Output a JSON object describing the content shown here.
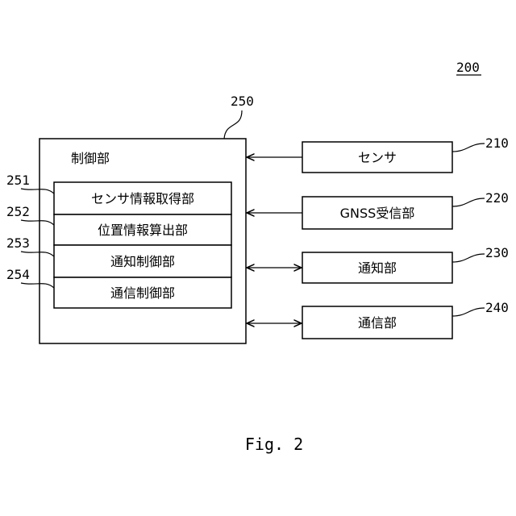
{
  "figure_ref": "200",
  "controller": {
    "ref": "250",
    "title": "制御部",
    "modules": [
      {
        "ref": "251",
        "label": "センサ情報取得部"
      },
      {
        "ref": "252",
        "label": "位置情報算出部"
      },
      {
        "ref": "253",
        "label": "通知制御部"
      },
      {
        "ref": "254",
        "label": "通信制御部"
      }
    ]
  },
  "peripherals": [
    {
      "ref": "210",
      "label": "センサ",
      "connection": "one-way-to-controller"
    },
    {
      "ref": "220",
      "label": "GNSS受信部",
      "connection": "one-way-to-controller"
    },
    {
      "ref": "230",
      "label": "通知部",
      "connection": "two-way"
    },
    {
      "ref": "240",
      "label": "通信部",
      "connection": "two-way"
    }
  ],
  "caption": "Fig. 2"
}
